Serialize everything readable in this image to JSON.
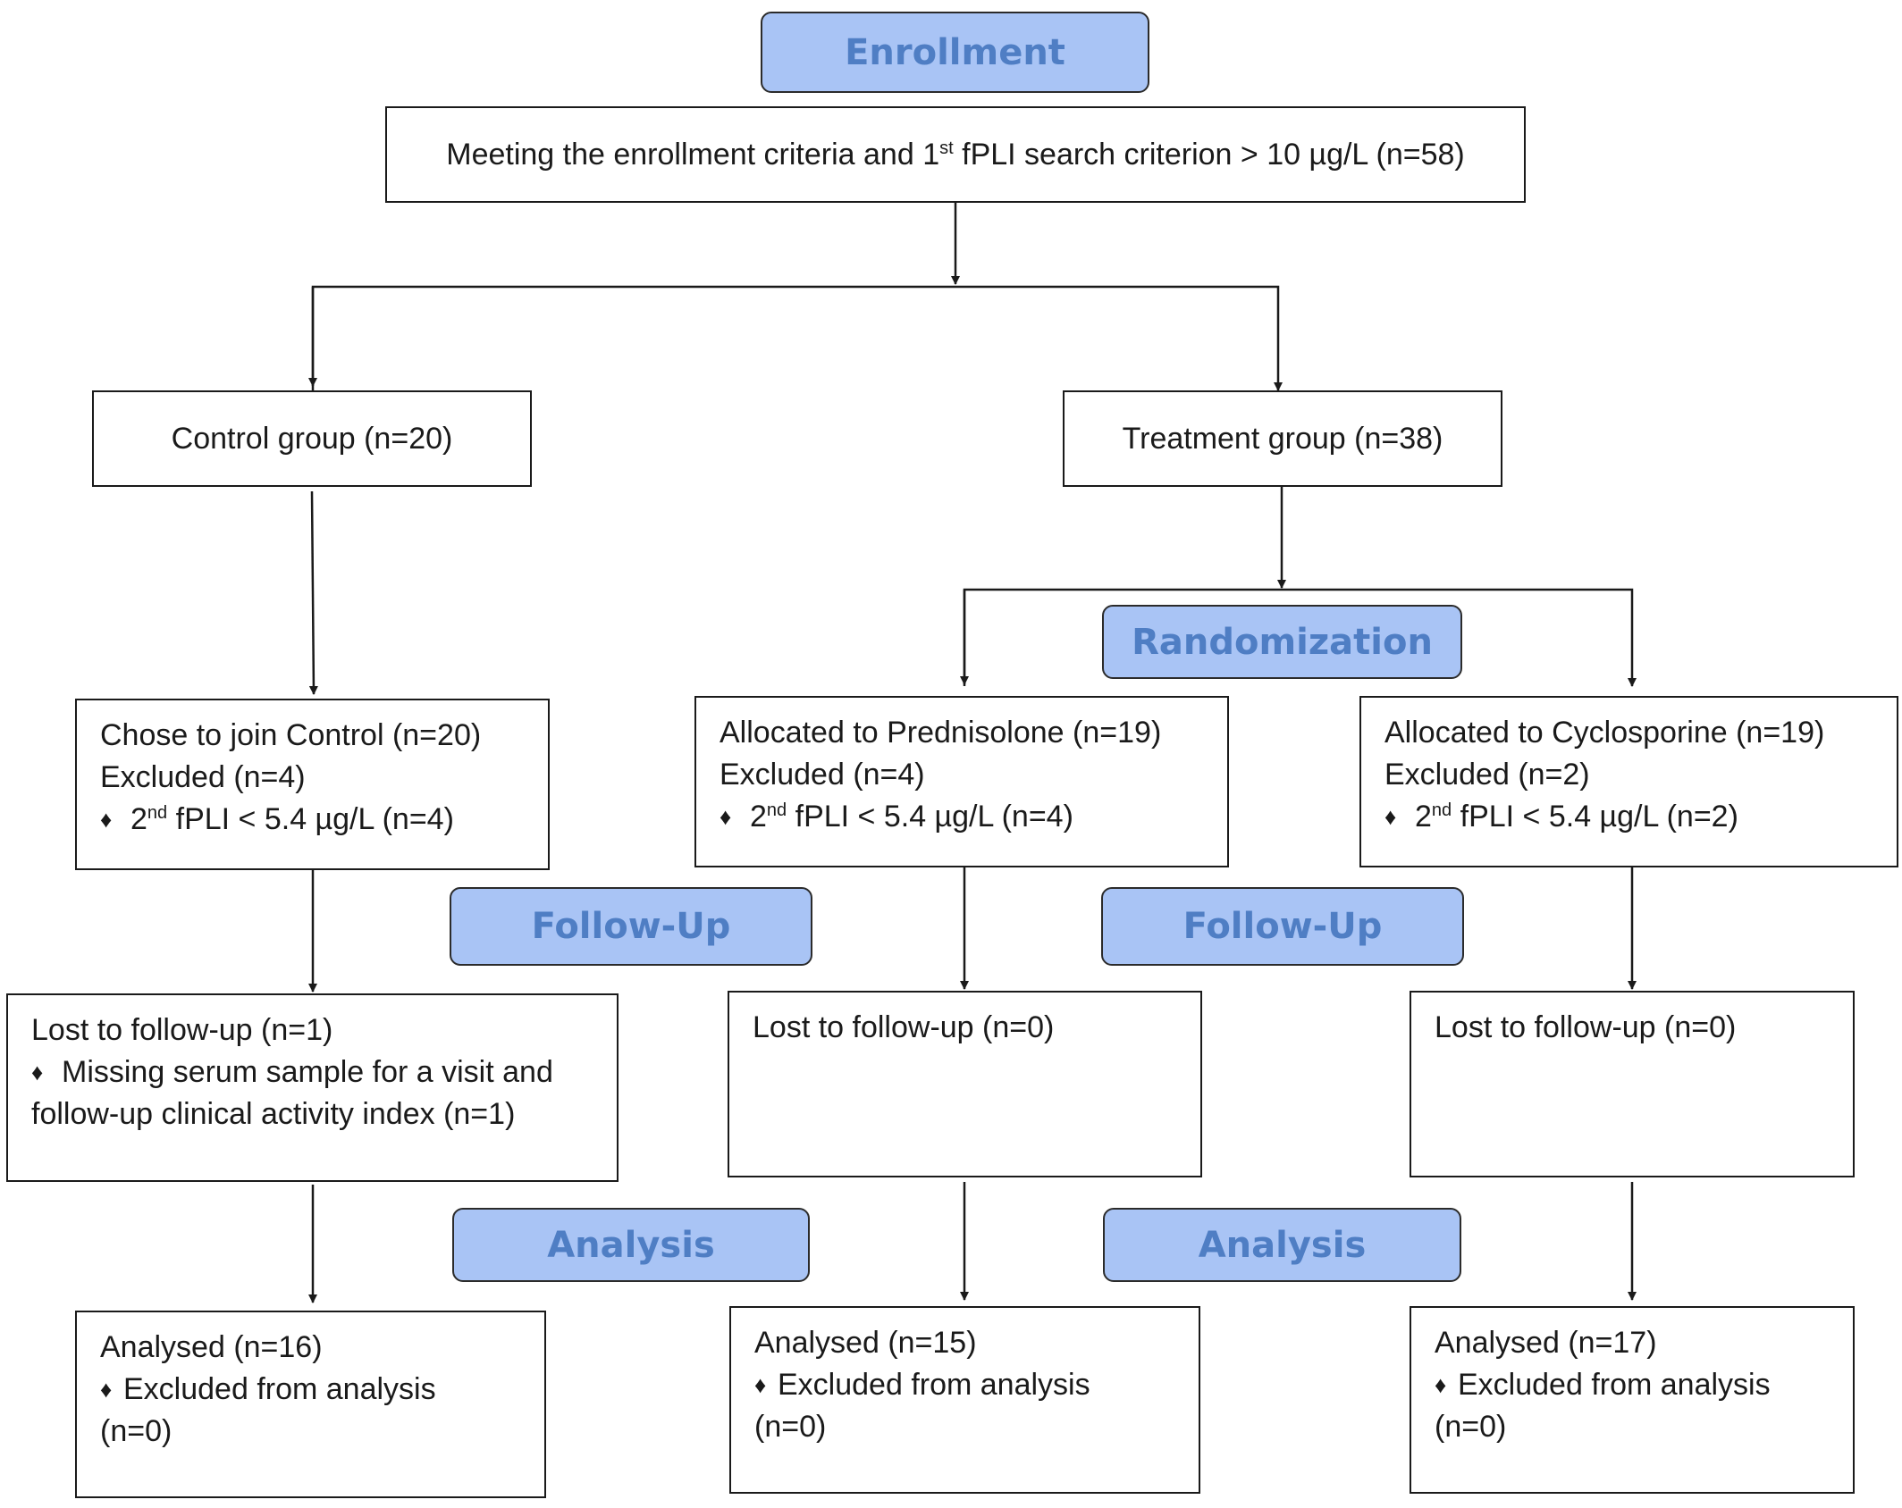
{
  "stages": {
    "enrollment": "Enrollment",
    "randomization": "Randomization",
    "followup_left": "Follow-Up",
    "followup_right": "Follow-Up",
    "analysis_left": "Analysis",
    "analysis_right": "Analysis"
  },
  "enrollment_box": {
    "text_a": "Meeting the enrollment criteria and 1",
    "sup": "st",
    "text_b": " fPLI search criterion > 10 µg/L (n=58)"
  },
  "control_group": {
    "label": "Control group (n=20)"
  },
  "treatment_group": {
    "label": "Treatment group (n=38)"
  },
  "allocation": {
    "control": {
      "line1": "Chose to join Control (n=20)",
      "line2": "Excluded (n=4)",
      "bullet": "♦",
      "crit_a": "2",
      "crit_sup": "nd",
      "crit_b": " fPLI < 5.4 µg/L (n=4)"
    },
    "prednisolone": {
      "line1": "Allocated to Prednisolone (n=19)",
      "line2": "Excluded (n=4)",
      "bullet": "♦",
      "crit_a": "2",
      "crit_sup": "nd",
      "crit_b": " fPLI < 5.4 µg/L (n=4)"
    },
    "cyclosporine": {
      "line1": "Allocated to Cyclosporine (n=19)",
      "line2": "Excluded (n=2)",
      "bullet": "♦",
      "crit_a": "2",
      "crit_sup": "nd",
      "crit_b": " fPLI < 5.4 µg/L (n=2)"
    }
  },
  "followup": {
    "control": {
      "line1": "Lost to follow-up (n=1)",
      "bullet": "♦",
      "line2": "Missing serum sample for a visit and",
      "line3": "follow-up clinical activity index (n=1)"
    },
    "prednisolone": {
      "line1": "Lost to follow-up (n=0)"
    },
    "cyclosporine": {
      "line1": "Lost to follow-up (n=0)"
    }
  },
  "analysis": {
    "control": {
      "line1": "Analysed (n=16)",
      "bullet": "♦",
      "line2": "Excluded from analysis",
      "line3": "(n=0)"
    },
    "prednisolone": {
      "line1": "Analysed (n=15)",
      "bullet": "♦",
      "line2": "Excluded from analysis",
      "line3": "(n=0)"
    },
    "cyclosporine": {
      "line1": "Analysed (n=17)",
      "bullet": "♦",
      "line2": "Excluded from analysis",
      "line3": "(n=0)"
    }
  }
}
